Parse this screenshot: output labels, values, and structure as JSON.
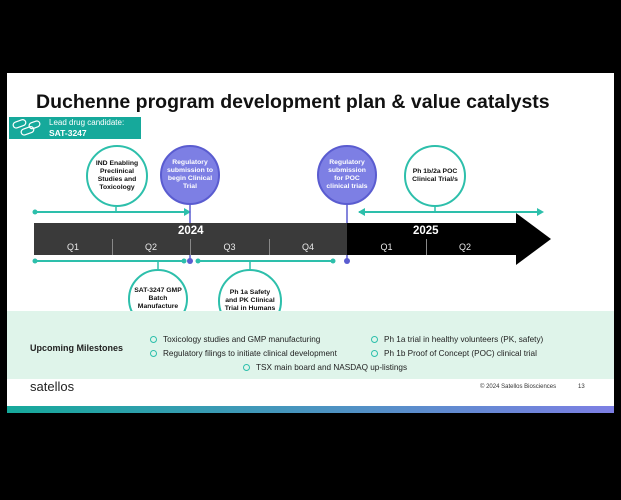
{
  "slide": {
    "title": "Duchenne program development plan & value catalysts",
    "lead_label": "Lead drug candidate:",
    "lead_drug": "SAT-3247"
  },
  "timeline": {
    "year1": "2024",
    "year2": "2025",
    "quarters_2024": [
      "Q1",
      "Q2",
      "Q3",
      "Q4"
    ],
    "quarters_2025": [
      "Q1",
      "Q2"
    ]
  },
  "events": [
    {
      "text": "IND Enabling Preclinical Studies and Toxicology",
      "style": "teal"
    },
    {
      "text": "Regulatory submission to begin Clinical Trial",
      "style": "purple"
    },
    {
      "text": "Regulatory submission for POC clinical trials",
      "style": "purple"
    },
    {
      "text": "Ph 1b/2a POC Clinical Trial/s",
      "style": "teal"
    },
    {
      "text": "SAT-3247 GMP Batch Manufacture",
      "style": "teal"
    },
    {
      "text": "Ph 1a Safety and PK Clinical Trial in Humans",
      "style": "teal"
    }
  ],
  "milestones": {
    "title": "Upcoming Milestones",
    "items": [
      "Toxicology studies and GMP manufacturing",
      "Regulatory filings to initiate clinical development",
      "Ph 1a trial in healthy volunteers (PK, safety)",
      "Ph 1b Proof of Concept (POC) clinical trial",
      "TSX main board and NASDAQ up-listings"
    ]
  },
  "footer": {
    "logo": "satellos",
    "copyright": "© 2024 Satellos Biosciences",
    "page": "13"
  },
  "colors": {
    "teal": "#2dbfab",
    "purple": "#7d7fe4",
    "bar": "#3a3a3a",
    "milestone_bg": "#dff4ea"
  }
}
